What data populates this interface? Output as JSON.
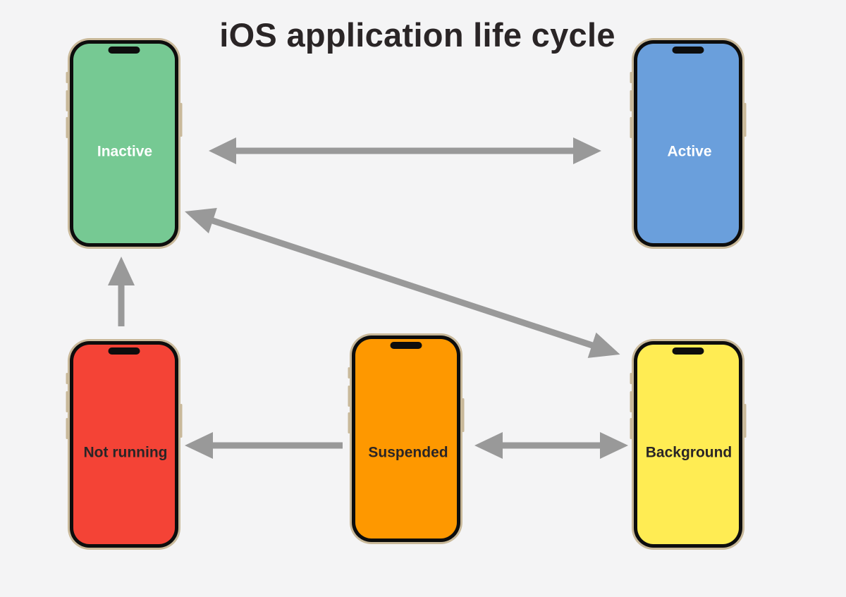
{
  "title": "iOS application life cycle",
  "states": {
    "inactive": {
      "label": "Inactive",
      "color": "#76c993",
      "text_color": "#ffffff"
    },
    "active": {
      "label": "Active",
      "color": "#6a9fdc",
      "text_color": "#ffffff"
    },
    "notrunning": {
      "label": "Not running",
      "color": "#f44336",
      "text_color": "#2a2526"
    },
    "suspended": {
      "label": "Suspended",
      "color": "#fe9800",
      "text_color": "#2a2526"
    },
    "background": {
      "label": "Background",
      "color": "#ffec53",
      "text_color": "#2a2526"
    }
  },
  "transitions": [
    {
      "from": "inactive",
      "to": "active",
      "bidirectional": true
    },
    {
      "from": "inactive",
      "to": "background",
      "bidirectional": true
    },
    {
      "from": "notrunning",
      "to": "inactive",
      "bidirectional": false
    },
    {
      "from": "suspended",
      "to": "notrunning",
      "bidirectional": false
    },
    {
      "from": "suspended",
      "to": "background",
      "bidirectional": true
    }
  ],
  "colors": {
    "arrow": "#999999",
    "phone_frame": "#c9b99a",
    "phone_bezel": "#0d0d0d",
    "background": "#f4f4f5"
  }
}
